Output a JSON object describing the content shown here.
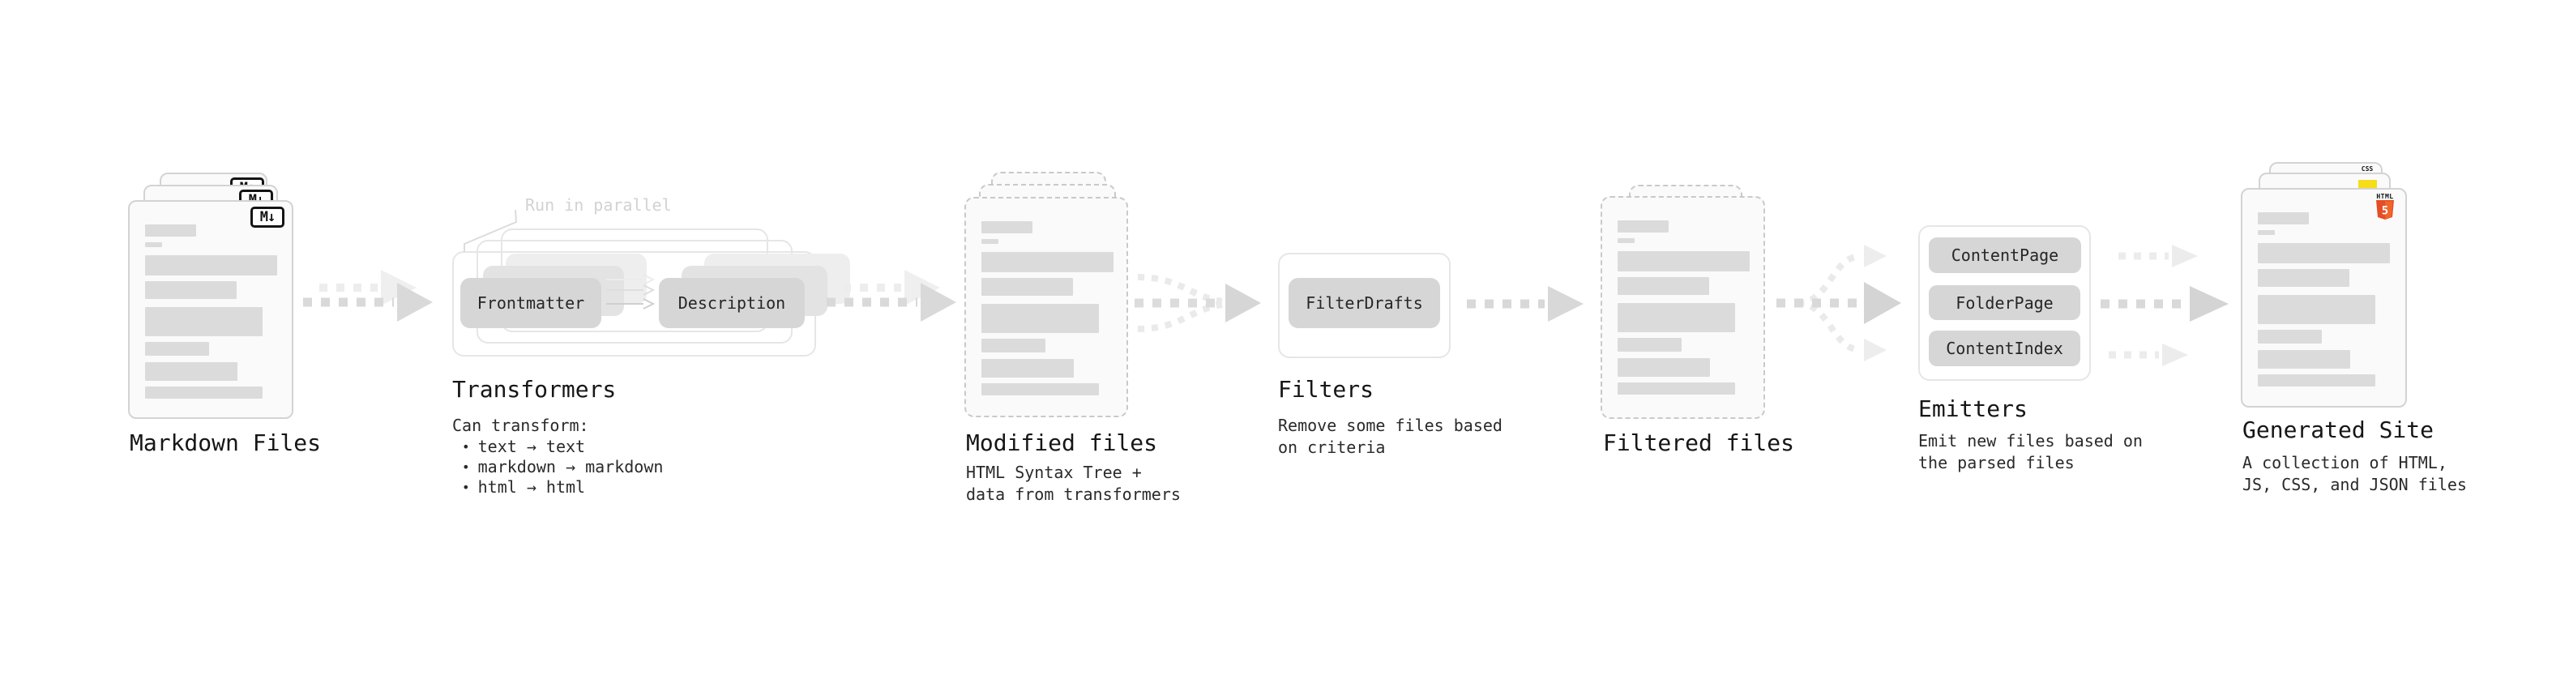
{
  "stages": {
    "markdown_files": {
      "title": "Markdown Files"
    },
    "transformers": {
      "title": "Transformers",
      "note": "Run in parallel",
      "intro": "Can transform:",
      "bullet": "•",
      "items": [
        "text → text",
        "markdown → markdown",
        "html → html"
      ],
      "node_frontmatter": "Frontmatter",
      "node_description": "Description"
    },
    "modified_files": {
      "title": "Modified files",
      "subtitle": [
        "HTML Syntax Tree +",
        "data from transformers"
      ]
    },
    "filters": {
      "title": "Filters",
      "subtitle": [
        "Remove some files based",
        "on criteria"
      ],
      "node": "FilterDrafts"
    },
    "filtered_files": {
      "title": "Filtered files"
    },
    "emitters": {
      "title": "Emitters",
      "subtitle": [
        "Emit new files based on",
        "the parsed files"
      ],
      "nodes": [
        "ContentPage",
        "FolderPage",
        "ContentIndex"
      ]
    },
    "generated_site": {
      "title": "Generated Site",
      "subtitle": [
        "A collection of HTML,",
        "JS, CSS, and JSON files"
      ]
    }
  },
  "icons": {
    "markdown_badge": "M↓",
    "html5_label": "HTML",
    "html5_number": "5",
    "css_label": "CSS"
  },
  "colors": {
    "background": "#ffffff",
    "card_fill": "#fafafa",
    "card_border": "#d3d3d3",
    "dashed_border": "#c9c9c9",
    "placeholder_bar": "#dbdbdb",
    "chip_fill": "#d6d6d6",
    "arrow_dark": "#d9d9d9",
    "arrow_light": "#ededed",
    "note_gray": "#d2d2d2",
    "html5_shield": "#e44d26",
    "html5_shield_light": "#f16529",
    "js_yellow": "#f5de19",
    "css_blue": "#2965f1"
  }
}
